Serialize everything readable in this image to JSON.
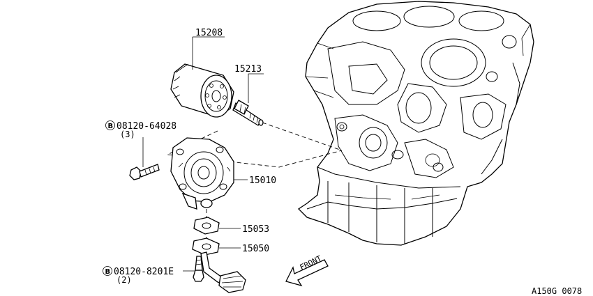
{
  "parts": {
    "oil_filter": "15208",
    "connector_stud": "15213",
    "oil_pump": "15010",
    "gasket": "15053",
    "strainer_gasket": "15050",
    "bolt_upper": "08120-64028",
    "bolt_upper_qty": "(3)",
    "bolt_lower": "08120-8201E",
    "bolt_lower_qty": "(2)",
    "bolt_symbol": "B"
  },
  "front_label": "FRONT",
  "reference_code": "A150G 0078"
}
